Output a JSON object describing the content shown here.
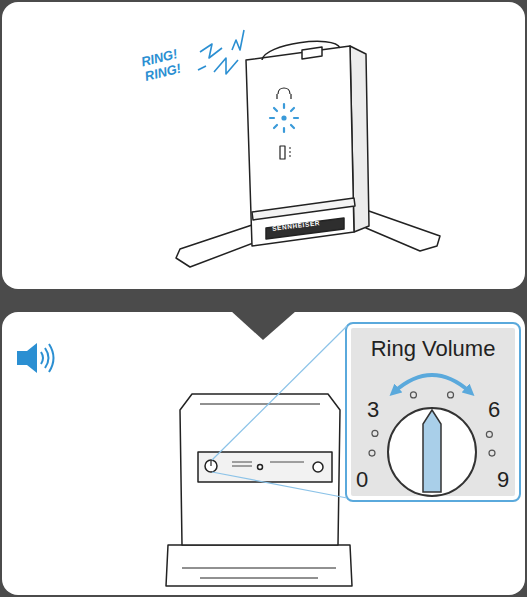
{
  "diagram": {
    "nodes": [
      {
        "text": [
          "RING! RING!"
        ]
      },
      {
        "text": [
          "Ring Volume"
        ]
      }
    ],
    "labels": [
      "SENNHEISER",
      "3",
      "6",
      "0",
      "9"
    ]
  }
}
